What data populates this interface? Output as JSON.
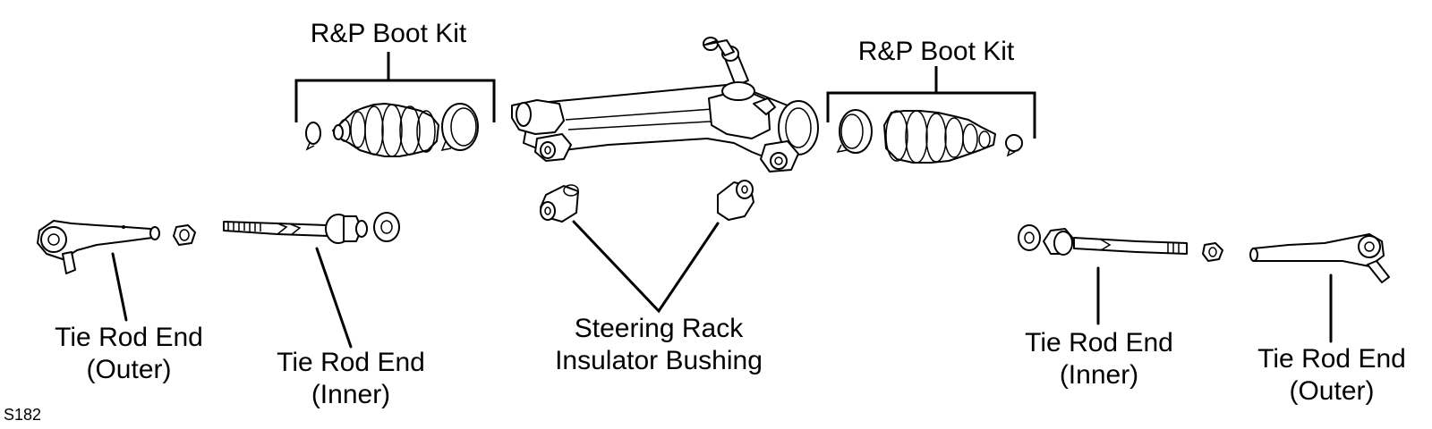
{
  "labels": {
    "boot_kit_left": "R&P Boot Kit",
    "boot_kit_right": "R&P Boot Kit",
    "tie_rod_outer_left": [
      "Tie Rod End",
      "(Outer)"
    ],
    "tie_rod_inner_left": [
      "Tie Rod End",
      "(Inner)"
    ],
    "bushing": [
      "Steering Rack",
      "Insulator Bushing"
    ],
    "tie_rod_inner_right": [
      "Tie Rod End",
      "(Inner)"
    ],
    "tie_rod_outer_right": [
      "Tie Rod End",
      "(Outer)"
    ]
  },
  "figure_code": "S182",
  "colors": {
    "line": "#000000",
    "fill": "#ffffff"
  }
}
